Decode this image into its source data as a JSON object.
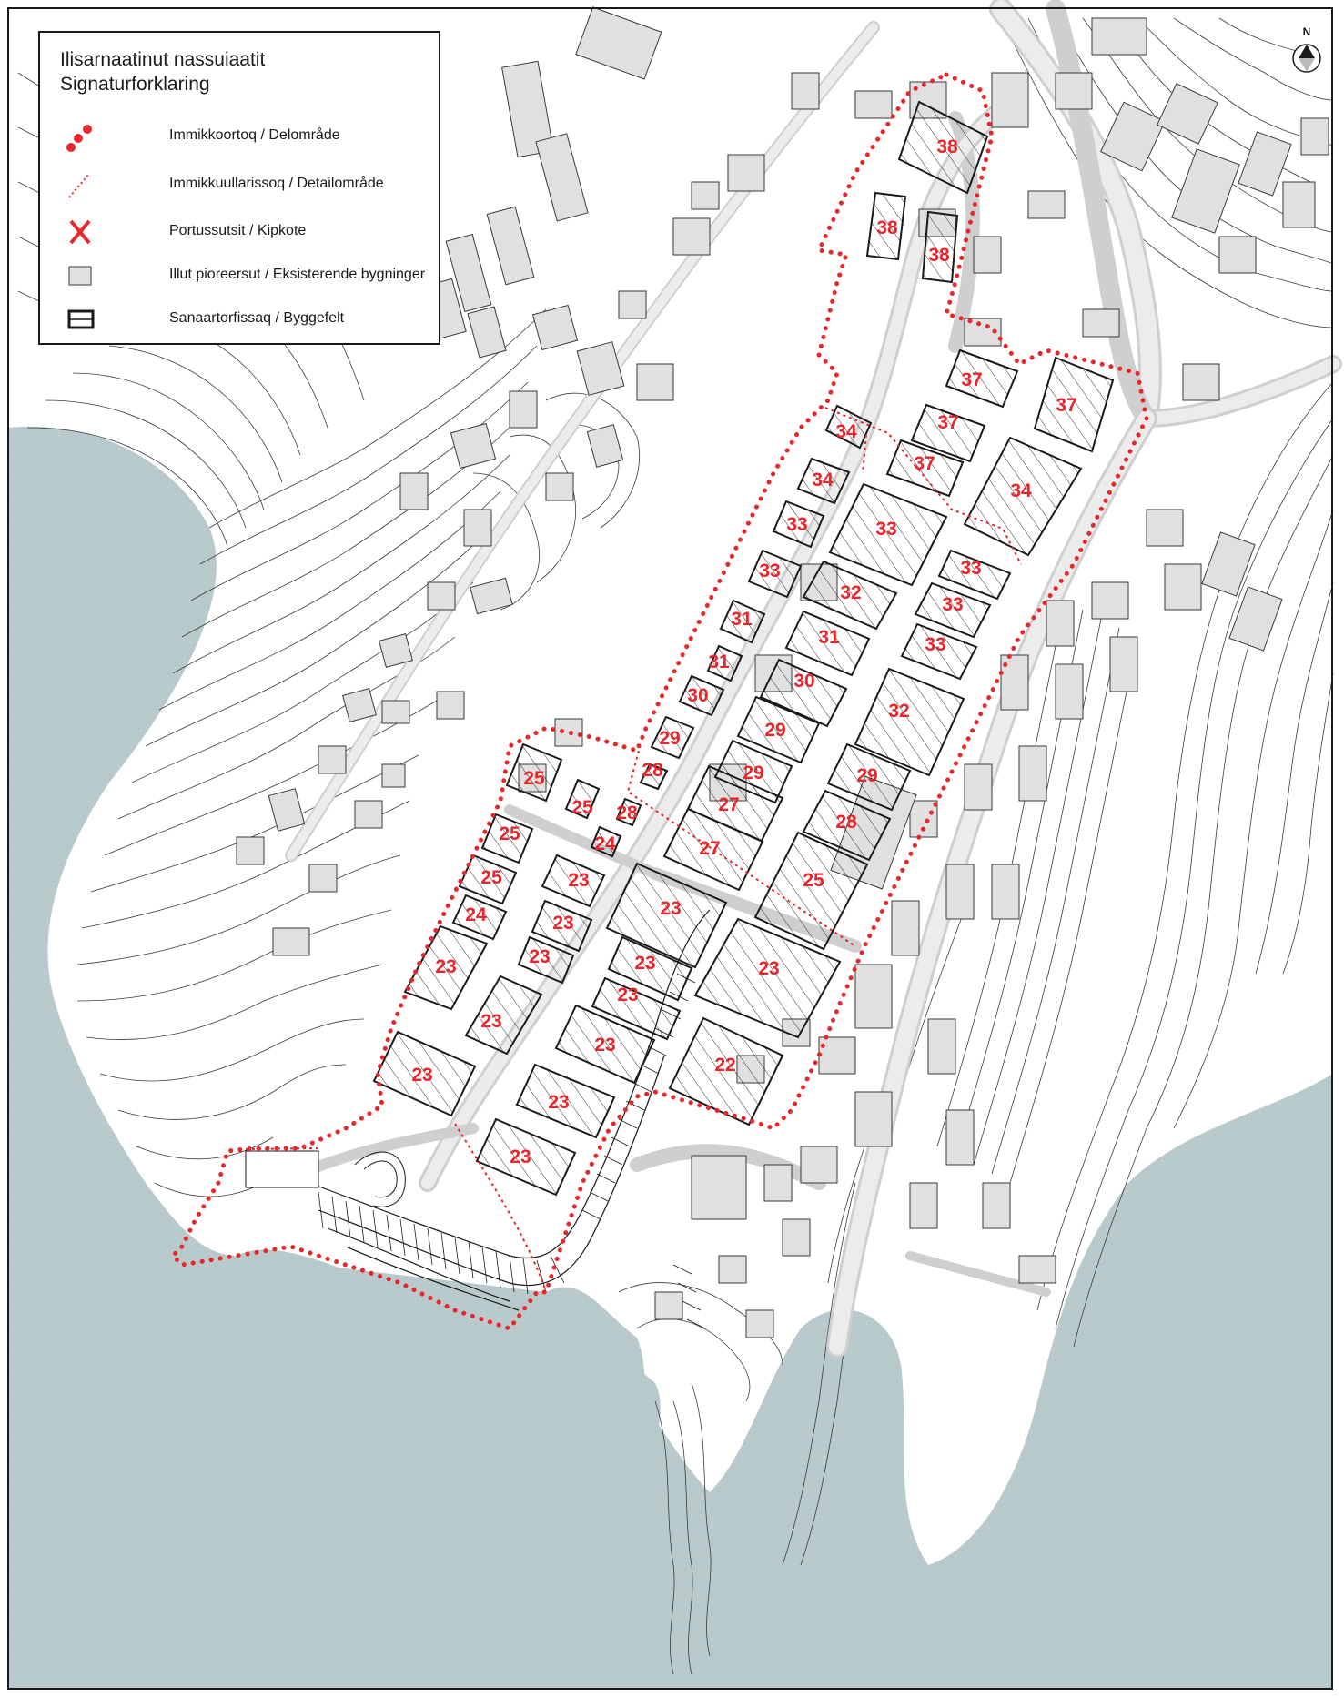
{
  "legend": {
    "title_line1": "Ilisarnaatinut nassuiaatit",
    "title_line2": "Signaturforklaring",
    "items": [
      {
        "icon": "red-large-dot-boundary-icon",
        "label": "Immikkoortoq / Delområde"
      },
      {
        "icon": "red-small-dot-boundary-icon",
        "label": "Immikkuullarissoq / Detailområde"
      },
      {
        "icon": "red-x-icon",
        "label": "Portussutsit / Kipkote"
      },
      {
        "icon": "grey-square-icon",
        "label": "Illut pioreersut / Eksisterende bygninger"
      },
      {
        "icon": "black-outline-square-icon",
        "label": "Sanaartorfissaq / Byggefelt"
      }
    ]
  },
  "north_arrow": {
    "letter": "N"
  },
  "colors": {
    "sea": "#b8cacb",
    "land": "#ffffff",
    "contour": "#3a3a3a",
    "road": "#dedede",
    "building": "#e0e0e0",
    "boundary": "#e8262b",
    "label": "#e8262b"
  },
  "building_fields": [
    "38",
    "38",
    "38",
    "37",
    "37",
    "37",
    "37",
    "34",
    "34",
    "34",
    "33",
    "33",
    "33",
    "33",
    "33",
    "33",
    "32",
    "32",
    "31",
    "31",
    "31",
    "30",
    "30",
    "29",
    "29",
    "29",
    "29",
    "28",
    "28",
    "28",
    "27",
    "27",
    "25",
    "25",
    "25",
    "25",
    "25",
    "24",
    "24",
    "23",
    "23",
    "23",
    "23",
    "23",
    "23",
    "23",
    "23",
    "23",
    "23",
    "23",
    "23",
    "23",
    "22"
  ]
}
